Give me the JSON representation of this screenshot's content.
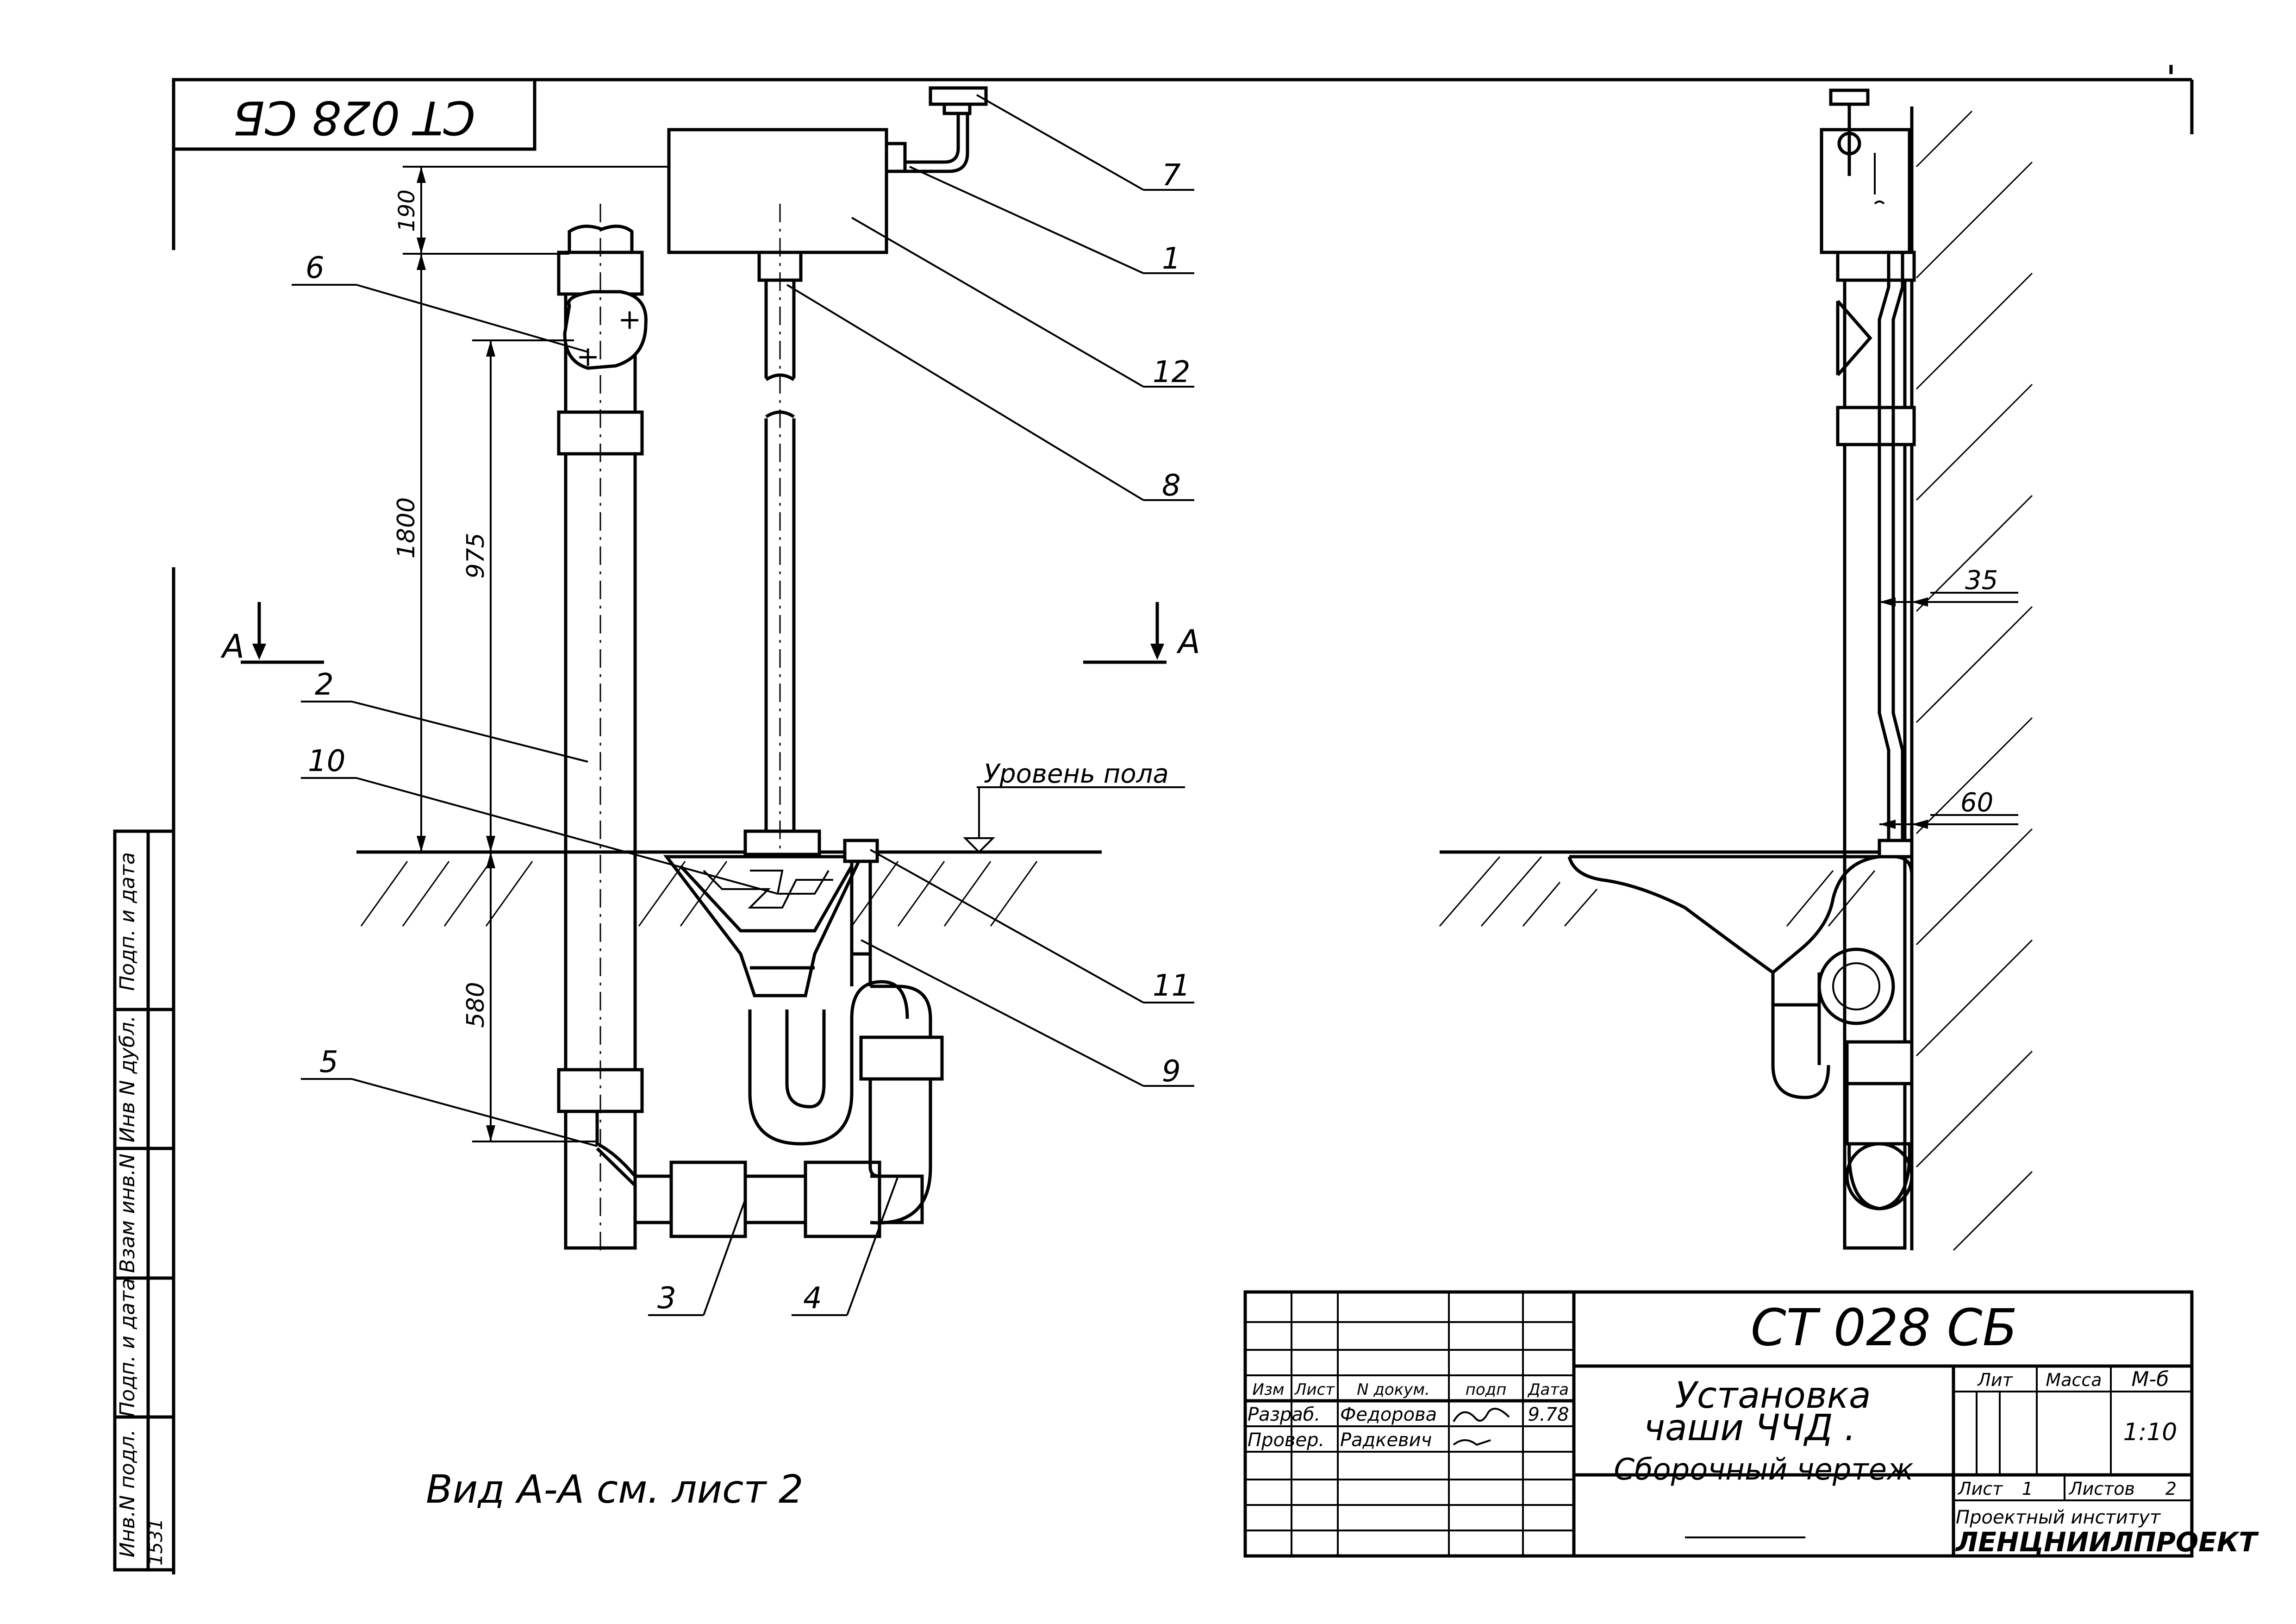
{
  "stamp": {
    "code_rotated": "СТ 028 СБ"
  },
  "leaders": [
    "1",
    "2",
    "3",
    "4",
    "5",
    "6",
    "7",
    "8",
    "9",
    "10",
    "11",
    "12"
  ],
  "dimensions": {
    "d190": "190",
    "d1800": "1800",
    "d975": "975",
    "d580": "580",
    "d35": "35",
    "d60": "60"
  },
  "section": {
    "letter": "А"
  },
  "floor_label": "Уровень пола",
  "view_note": "Вид А-А  см. лист 2",
  "left_strip": [
    "Инв.N подл.",
    "Подп. и дата",
    "Взам инв.N",
    "Инв N дубл.",
    "Подп. и дата"
  ],
  "left_strip_number": "1531",
  "title_block": {
    "code": "СТ 028 СБ",
    "title_line1": "Установка",
    "title_line2": "чаши  ЧЧД .",
    "title_line3": "Сборочный  чертеж",
    "headers": {
      "izm": "Изм",
      "list": "Лист",
      "ndoc": "N докум.",
      "podp": "подп",
      "date": "Дата"
    },
    "rows": [
      {
        "role": "Разраб.",
        "name": "Федорова",
        "date": "9.78"
      },
      {
        "role": "Провер.",
        "name": "Радкевич",
        "date": ""
      }
    ],
    "lit_label": "Лит",
    "mass_label": "Масса",
    "scale_label": "М-б",
    "scale": "1:10",
    "sheet_label": "Лист",
    "sheet_num": "1",
    "sheets_label": "Листов",
    "sheets_total": "2",
    "org_line1": "Проектный институт",
    "org_line2": "ЛЕНЦНИИЛПРОЕКТ"
  }
}
